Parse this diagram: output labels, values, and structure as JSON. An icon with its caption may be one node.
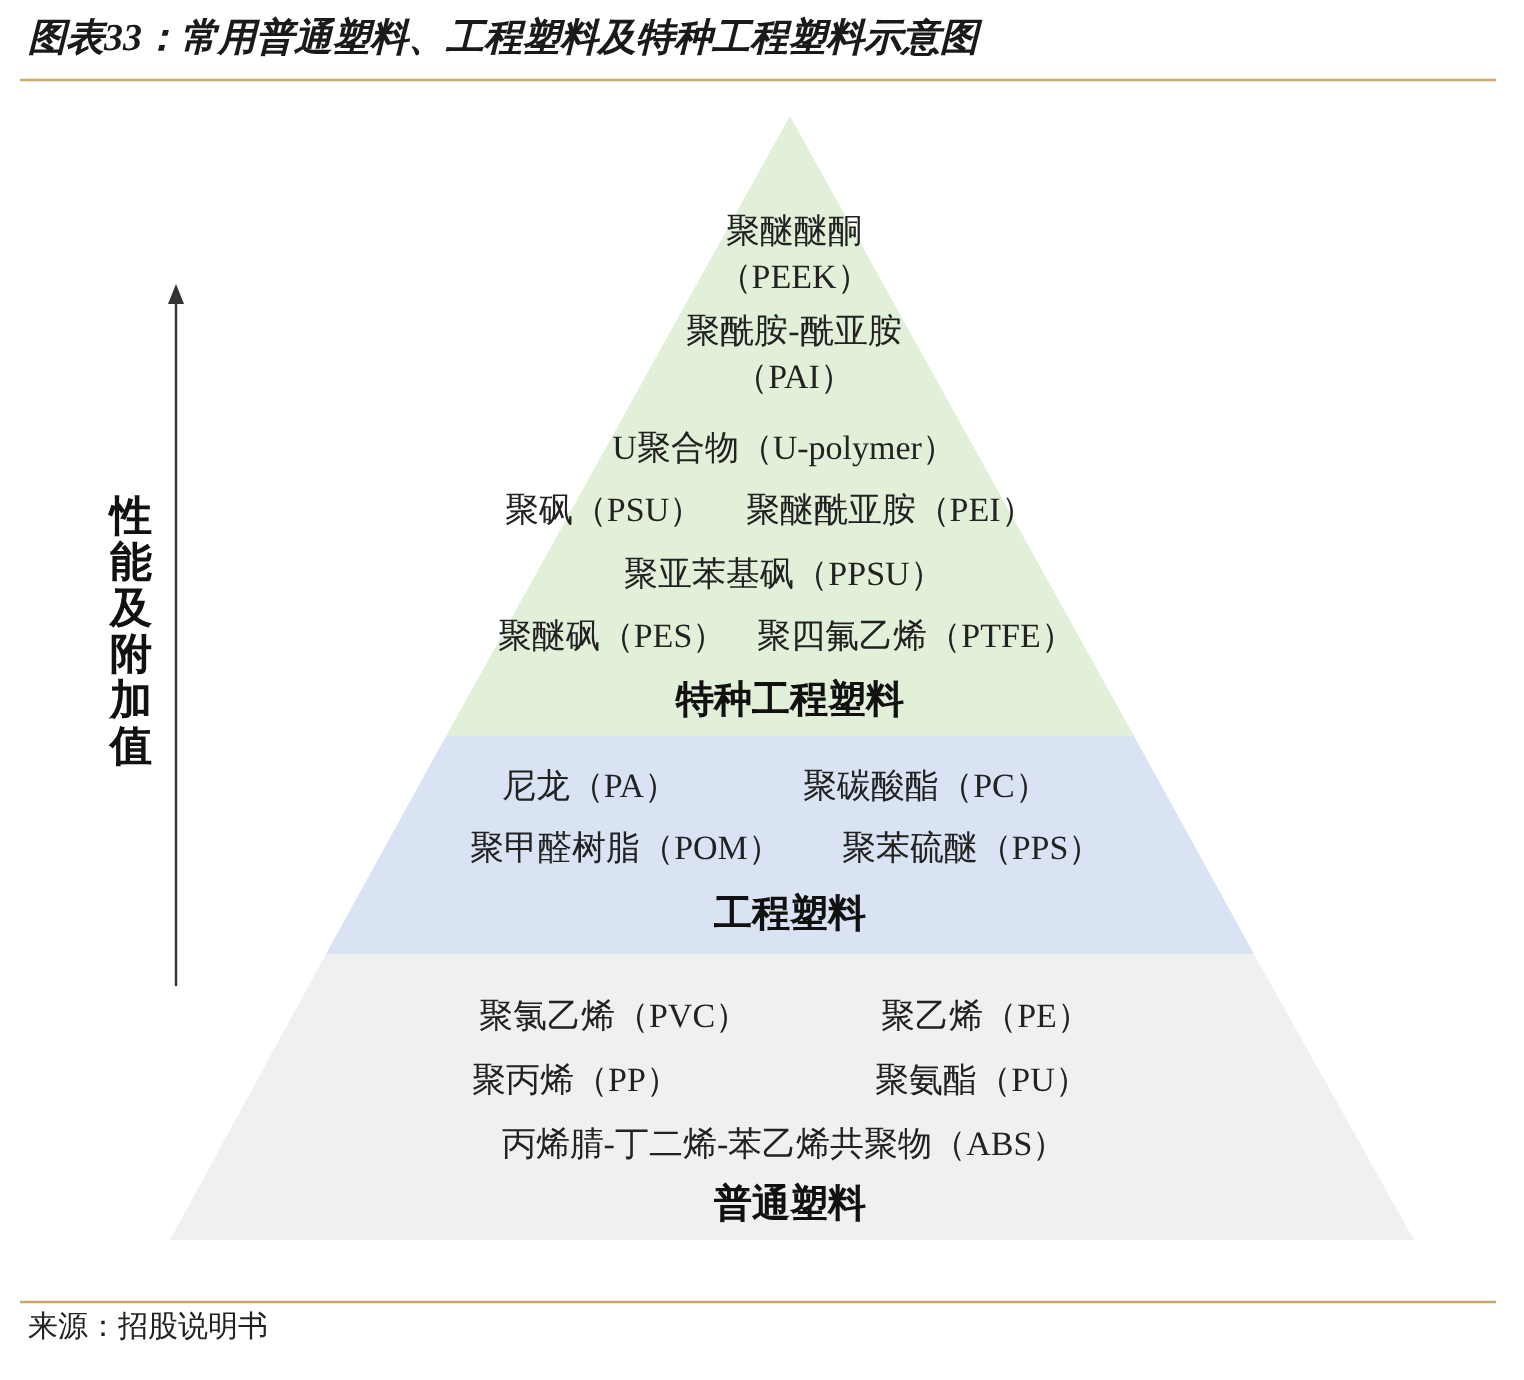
{
  "diagram": {
    "title": "图表33：常用普通塑料、工程塑料及特种工程塑料示意图",
    "caption": "来源：招股说明书",
    "nodes": [
      {
        "text": [
          "聚醚醚酮（PEEK）",
          "聚酰胺-酰亚胺（PAI）",
          "U聚合物（U-polymer）",
          "聚砜（PSU）",
          "聚醚酰亚胺（PEI）",
          "聚亚苯基砜（PPSU）",
          "聚醚砜（PES）",
          "聚四氟乙烯（PTFE）",
          "特种工程塑料"
        ]
      },
      {
        "text": [
          "尼龙（PA）",
          "聚碳酸酯（PC）",
          "聚甲醛树脂（POM）",
          "聚苯硫醚（PPS）",
          "工程塑料"
        ]
      },
      {
        "text": [
          "聚氯乙烯（PVC）",
          "聚乙烯（PE）",
          "聚丙烯（PP）",
          "聚氨酯（PU）",
          "丙烯腈-丁二烯-苯乙烯共聚物（ABS）",
          "普通塑料"
        ]
      }
    ],
    "labels": [
      "性能及附加值"
    ]
  }
}
